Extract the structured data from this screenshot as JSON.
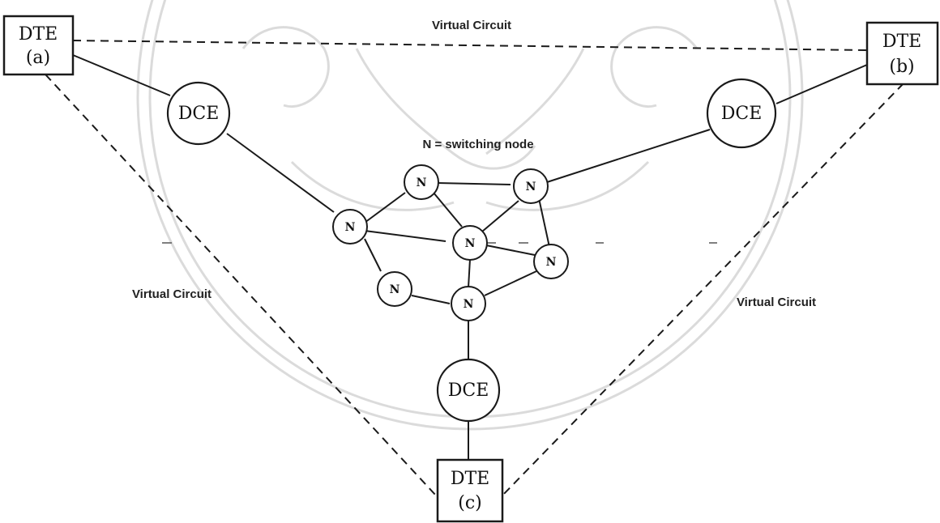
{
  "diagram": {
    "dte_a": {
      "line1": "DTE",
      "line2": "(a)"
    },
    "dte_b": {
      "line1": "DTE",
      "line2": "(b)"
    },
    "dte_c": {
      "line1": "DTE",
      "line2": "(c)"
    },
    "dce_label": "DCE",
    "node_label": "N",
    "legend": "N = switching node",
    "vc_top": "Virtual Circuit",
    "vc_left": "Virtual Circuit",
    "vc_right": "Virtual Circuit"
  }
}
